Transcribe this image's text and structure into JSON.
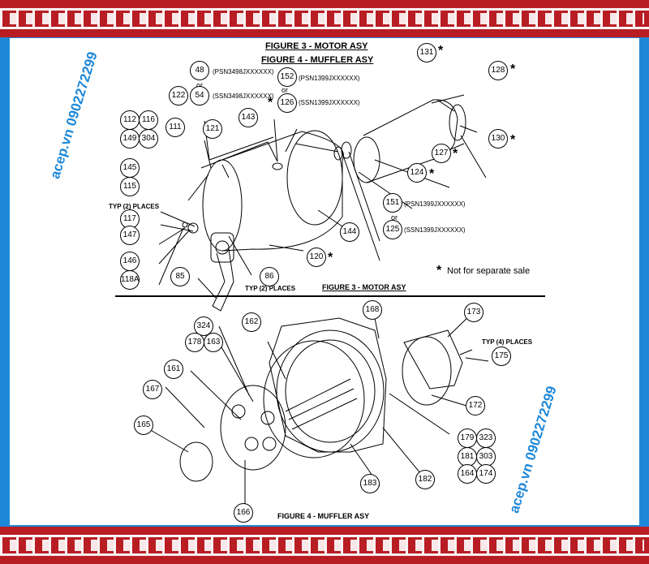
{
  "figure_titles": {
    "fig3_header": "FIGURE 3 - MOTOR ASY",
    "fig4_header": "FIGURE 4 - MUFFLER ASY",
    "fig3_caption": "FIGURE 3 - MOTOR ASY",
    "fig4_caption": "FIGURE 4 - MUFFLER ASY"
  },
  "notes": {
    "typ2_places_left": "TYP (2) PLACES",
    "typ2_places_bottom": "TYP (2) PLACES",
    "typ4_places": "TYP (4) PLACES",
    "not_for_sale": "Not for separate sale",
    "or1": "or",
    "or2": "or",
    "or3": "or"
  },
  "refs": {
    "r48": "(PSN3498JXXXXXX)",
    "r54": "(SSN3498JXXXXXX)",
    "r152": "(PSN1399JXXXXXX)",
    "r126": "(SSN1399JXXXXXX)",
    "r151": "(PSN1399JXXXXXX)",
    "r125": "(SSN1399JXXXXXX)"
  },
  "callouts": {
    "c131": "131",
    "c128": "128",
    "c130": "130",
    "c127": "127",
    "c124": "124",
    "c48": "48",
    "c54": "54",
    "c122": "122",
    "c152": "152",
    "c126": "126",
    "c143": "143",
    "c112": "112",
    "c116": "116",
    "c149": "149",
    "c304": "304",
    "c111": "111",
    "c121": "121",
    "c145": "145",
    "c115": "115",
    "c117": "117",
    "c147": "147",
    "c146": "146",
    "c118A": "118A",
    "c85": "85",
    "c86": "86",
    "c120": "120",
    "c144": "144",
    "c151": "151",
    "c125": "125",
    "c168": "168",
    "c173": "173",
    "c175": "175",
    "c324": "324",
    "c178": "178",
    "c163": "163",
    "c162": "162",
    "c161": "161",
    "c167": "167",
    "c165": "165",
    "c172": "172",
    "c179": "179",
    "c323": "323",
    "c181": "181",
    "c303": "303",
    "c164": "164",
    "c174": "174",
    "c183": "183",
    "c182": "182",
    "c166": "166"
  },
  "star_symbol": "*",
  "watermark": {
    "left": "acep.vn 0902272299",
    "right": "acep.vn 0902272299"
  },
  "colors": {
    "border_blue": "#1e88d8",
    "band_red": "#b81d24"
  }
}
